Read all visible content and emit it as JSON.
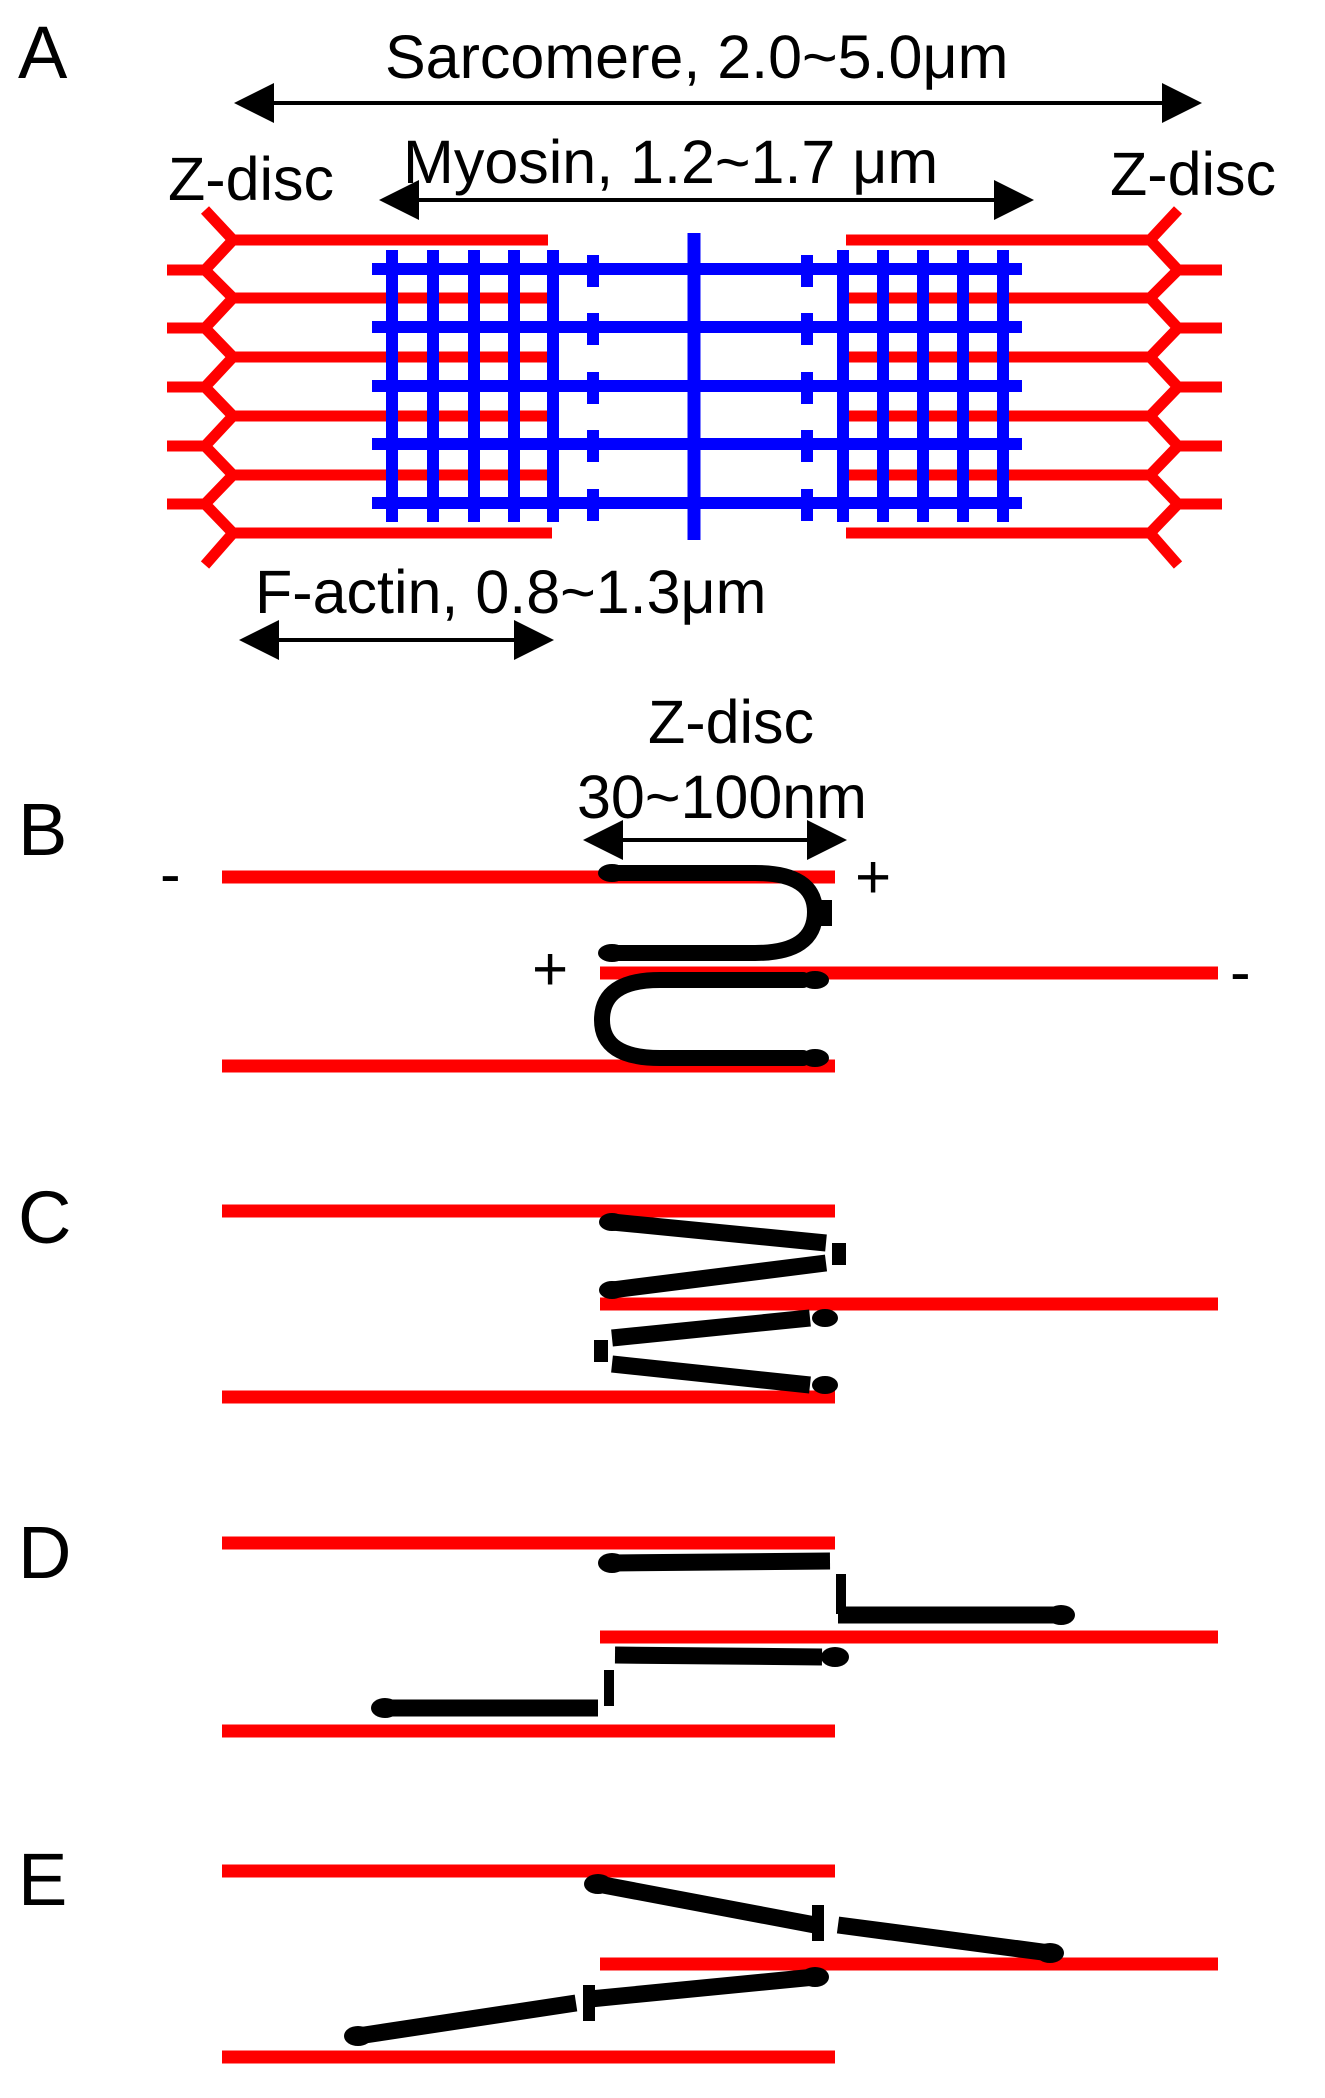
{
  "colors": {
    "actin": "#ff0000",
    "myosin": "#0000ff",
    "linker": "#000000",
    "arrow": "#000000",
    "background": "#ffffff"
  },
  "panel_a": {
    "label": "A",
    "sarcomere_label": "Sarcomere, 2.0~5.0μm",
    "myosin_label": "Myosin, 1.2~1.7 μm",
    "zdisc_left_label": "Z-disc",
    "zdisc_right_label": "Z-disc",
    "actin_label": "F-actin, 0.8~1.3μm"
  },
  "panel_b": {
    "label": "B",
    "zdisc_label": "Z-disc",
    "zdisc_width_label": "30~100nm",
    "minus_left": "-",
    "plus_right": "+",
    "plus_left": "+",
    "minus_right": "-"
  },
  "panel_c": {
    "label": "C"
  },
  "panel_d": {
    "label": "D"
  },
  "panel_e": {
    "label": "E"
  }
}
